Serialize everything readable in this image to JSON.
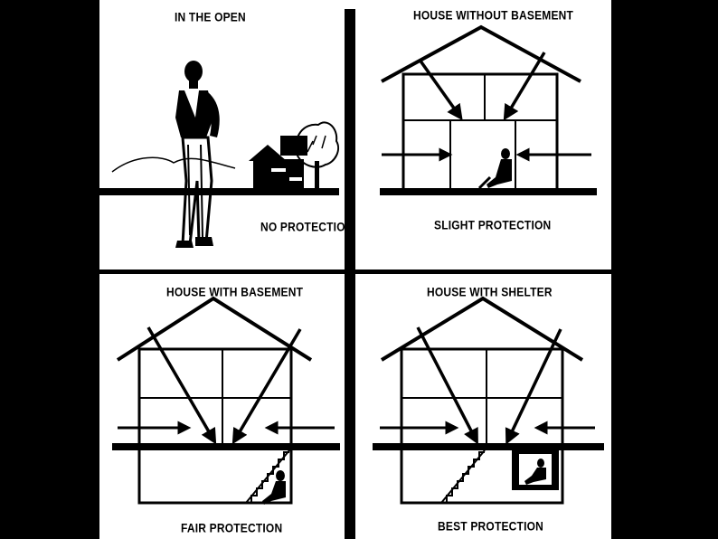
{
  "colors": {
    "background": "#000000",
    "paper": "#ffffff",
    "ink": "#000000"
  },
  "panels": {
    "open": {
      "title": "IN THE OPEN",
      "caption": "NO PROTECTION"
    },
    "nobase": {
      "title": "HOUSE WITHOUT BASEMENT",
      "caption": "SLIGHT PROTECTION"
    },
    "basement": {
      "title": "HOUSE WITH BASEMENT",
      "caption": "FAIR PROTECTION"
    },
    "shelter": {
      "title": "HOUSE WITH SHELTER",
      "caption": "BEST PROTECTION"
    }
  }
}
